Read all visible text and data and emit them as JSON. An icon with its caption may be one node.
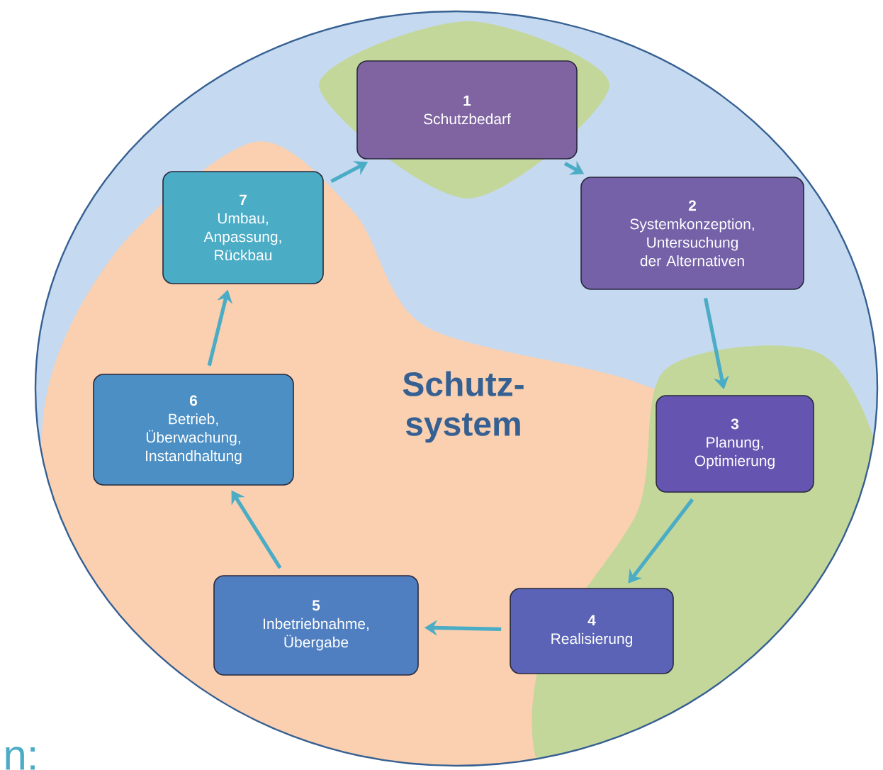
{
  "diagram": {
    "nodes": [
      {
        "text": [
          "Schutz- system"
        ]
      },
      {
        "text": [
          "1",
          "Schutzbedarf"
        ],
        "in": 0
      },
      {
        "text": [
          "2",
          "Systemkonzeption, Untersuchung der Alternativen"
        ],
        "in": 0
      },
      {
        "text": [
          "3",
          "Planung, Optimierung"
        ],
        "in": 0
      },
      {
        "text": [
          "4",
          "Realisierung"
        ],
        "in": 0
      },
      {
        "text": [
          "5",
          "Inbetriebnahme, Übergabe"
        ],
        "in": 0
      },
      {
        "text": [
          "6",
          "Betrieb, Überwachung, Instandhaltung"
        ],
        "in": 0
      },
      {
        "text": [
          "7",
          "Umbau, Anpassung, Rückbau"
        ],
        "in": 0
      }
    ],
    "edges": [
      {
        "from": 1,
        "to": 2,
        "arrow": "to"
      },
      {
        "from": 2,
        "to": 3,
        "arrow": "to"
      },
      {
        "from": 3,
        "to": 4,
        "arrow": "to"
      },
      {
        "from": 4,
        "to": 5,
        "arrow": "to"
      },
      {
        "from": 5,
        "to": 6,
        "arrow": "to"
      },
      {
        "from": 6,
        "to": 7,
        "arrow": "to"
      },
      {
        "from": 7,
        "to": 1,
        "arrow": "to"
      }
    ],
    "labels": [
      "n:"
    ]
  }
}
